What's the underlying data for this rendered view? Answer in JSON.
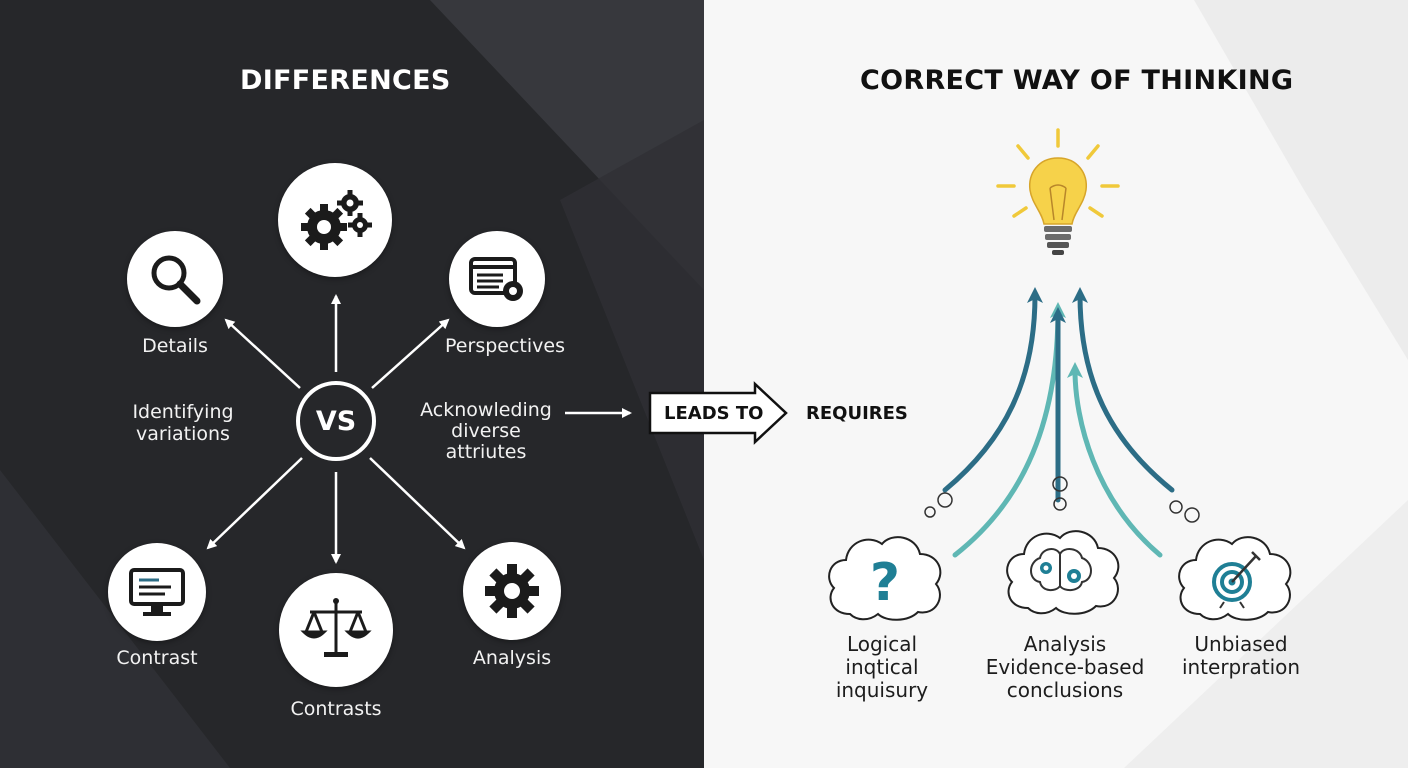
{
  "left": {
    "heading": "DIFFERENCES",
    "center_label": "VS",
    "nodes": {
      "details": "Details",
      "perspectives": "Perspectives",
      "contrast": "Contrast",
      "contrasts": "Contrasts",
      "analysis": "Analysis"
    },
    "side_text_left": [
      "Identifying",
      "variations"
    ],
    "side_text_right": [
      "Acknowleding",
      "diverse",
      "attriutes"
    ]
  },
  "bridge": {
    "leads_to": "LEADS TO",
    "requires": "REQUIRES"
  },
  "right": {
    "heading": "CORRECT WAY OF THINKING",
    "clouds": [
      {
        "lines": [
          "Logical",
          "inqtical",
          "inquisury"
        ]
      },
      {
        "lines": [
          "Analysis",
          "Evidence-based",
          "conclusions"
        ]
      },
      {
        "lines": [
          "Unbiased",
          "interpration"
        ]
      }
    ]
  },
  "colors": {
    "dark_panel": "#26272a",
    "light_panel": "#f7f7f7",
    "teal_dark": "#2c6d86",
    "teal_light": "#5fb7b4",
    "bulb": "#f6d24a",
    "ray": "#f0c93a",
    "cloud_icon": "#1f7f95"
  },
  "icons": {
    "top": "gears-icon",
    "details": "magnifier-icon",
    "perspectives": "window-gear-icon",
    "contrast": "monitor-icon",
    "contrasts": "scales-icon",
    "analysis": "gear-icon",
    "bulb": "lightbulb-icon",
    "cloud1": "question-mark-icon",
    "cloud2": "brain-gears-icon",
    "cloud3": "target-icon"
  }
}
